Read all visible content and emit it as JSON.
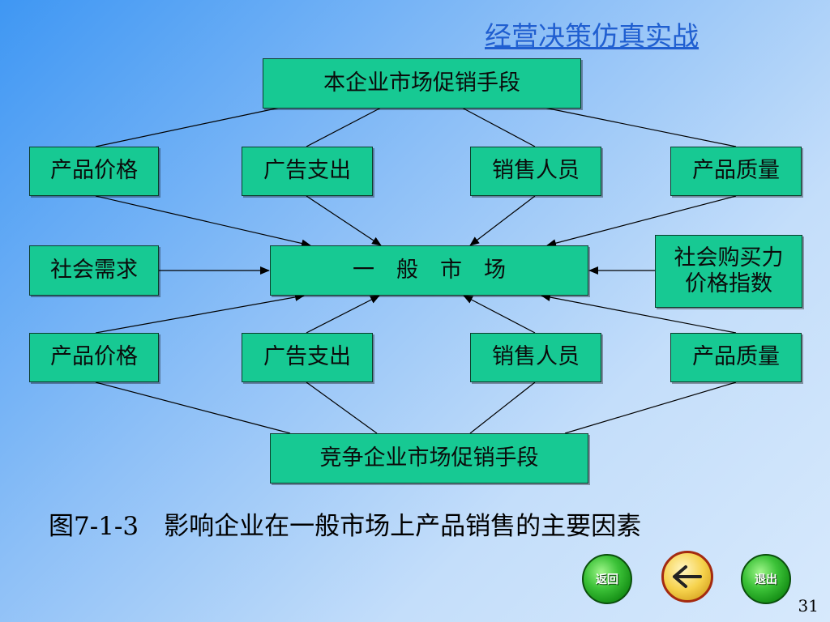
{
  "header": {
    "title": "经营决策仿真实战"
  },
  "diagram": {
    "top_node": "本企业市场促销手段",
    "upper_factors": [
      "产品价格",
      "广告支出",
      "销售人员",
      "产品质量"
    ],
    "left_factor": "社会需求",
    "center_node": "一　般　市　场",
    "right_factor": "社会购买力价格指数",
    "lower_factors": [
      "产品价格",
      "广告支出",
      "销售人员",
      "产品质量"
    ],
    "bottom_node": "竞争企业市场促销手段"
  },
  "caption": "图7-1-3　影响企业在一般市场上产品销售的主要因素",
  "nav": {
    "return_label": "返回",
    "exit_label": "退出"
  },
  "page_number": "31"
}
